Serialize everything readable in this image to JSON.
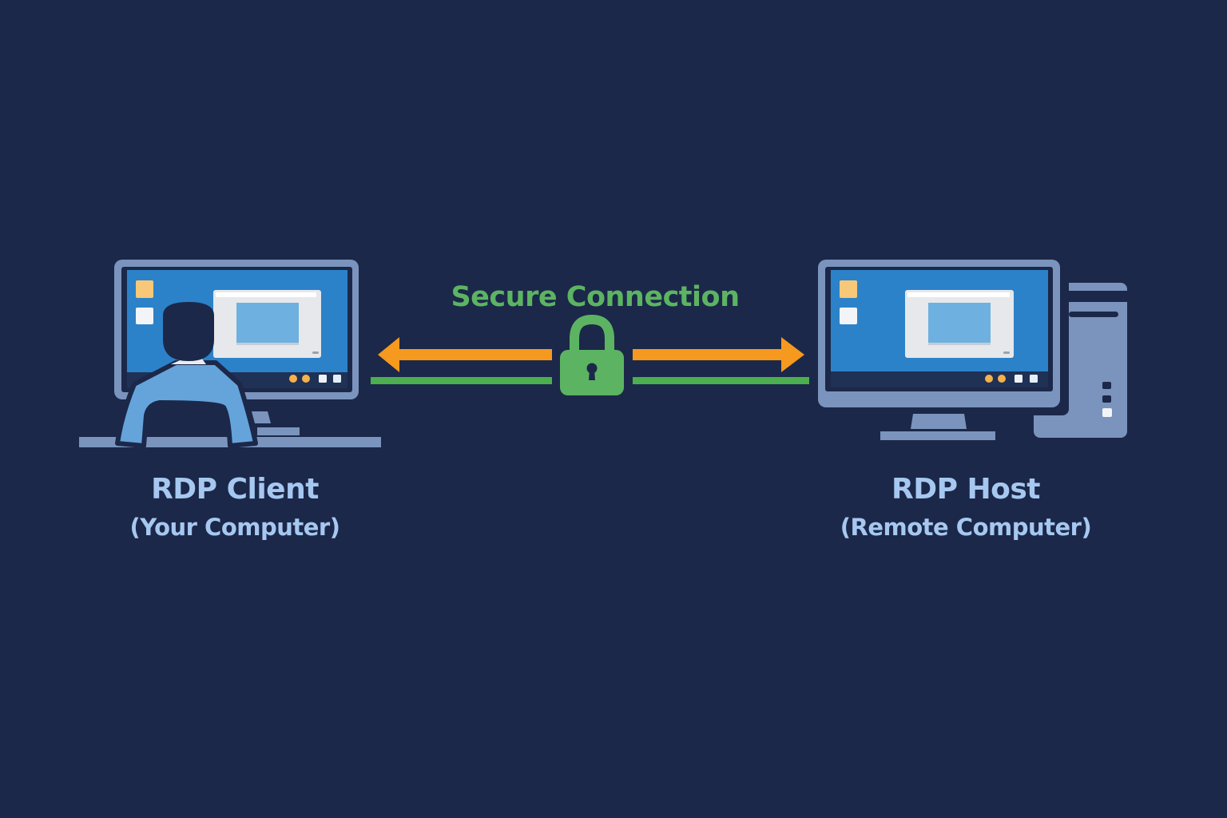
{
  "diagram": {
    "title": "RDP Connection",
    "connection": {
      "label": "Secure Connection",
      "icon": "lock-icon",
      "arrow_direction": "bidirectional"
    },
    "client": {
      "title": "RDP Client",
      "subtitle": "(Your Computer)",
      "icon": "user-at-monitor-icon"
    },
    "host": {
      "title": "RDP Host",
      "subtitle": "(Remote Computer)",
      "icon": "desktop-tower-icon"
    }
  },
  "colors": {
    "background": "#1c2849",
    "device_frame": "#7a94bd",
    "screen": "#2c82c9",
    "window": "#e6e8ec",
    "window_content": "#6eb0e0",
    "person": "#64a4db",
    "lock": "#5cb462",
    "arrow": "#f5991f",
    "line": "#4cae4f",
    "icon_orange": "#f7c878",
    "label_text": "#a6c8f0"
  }
}
